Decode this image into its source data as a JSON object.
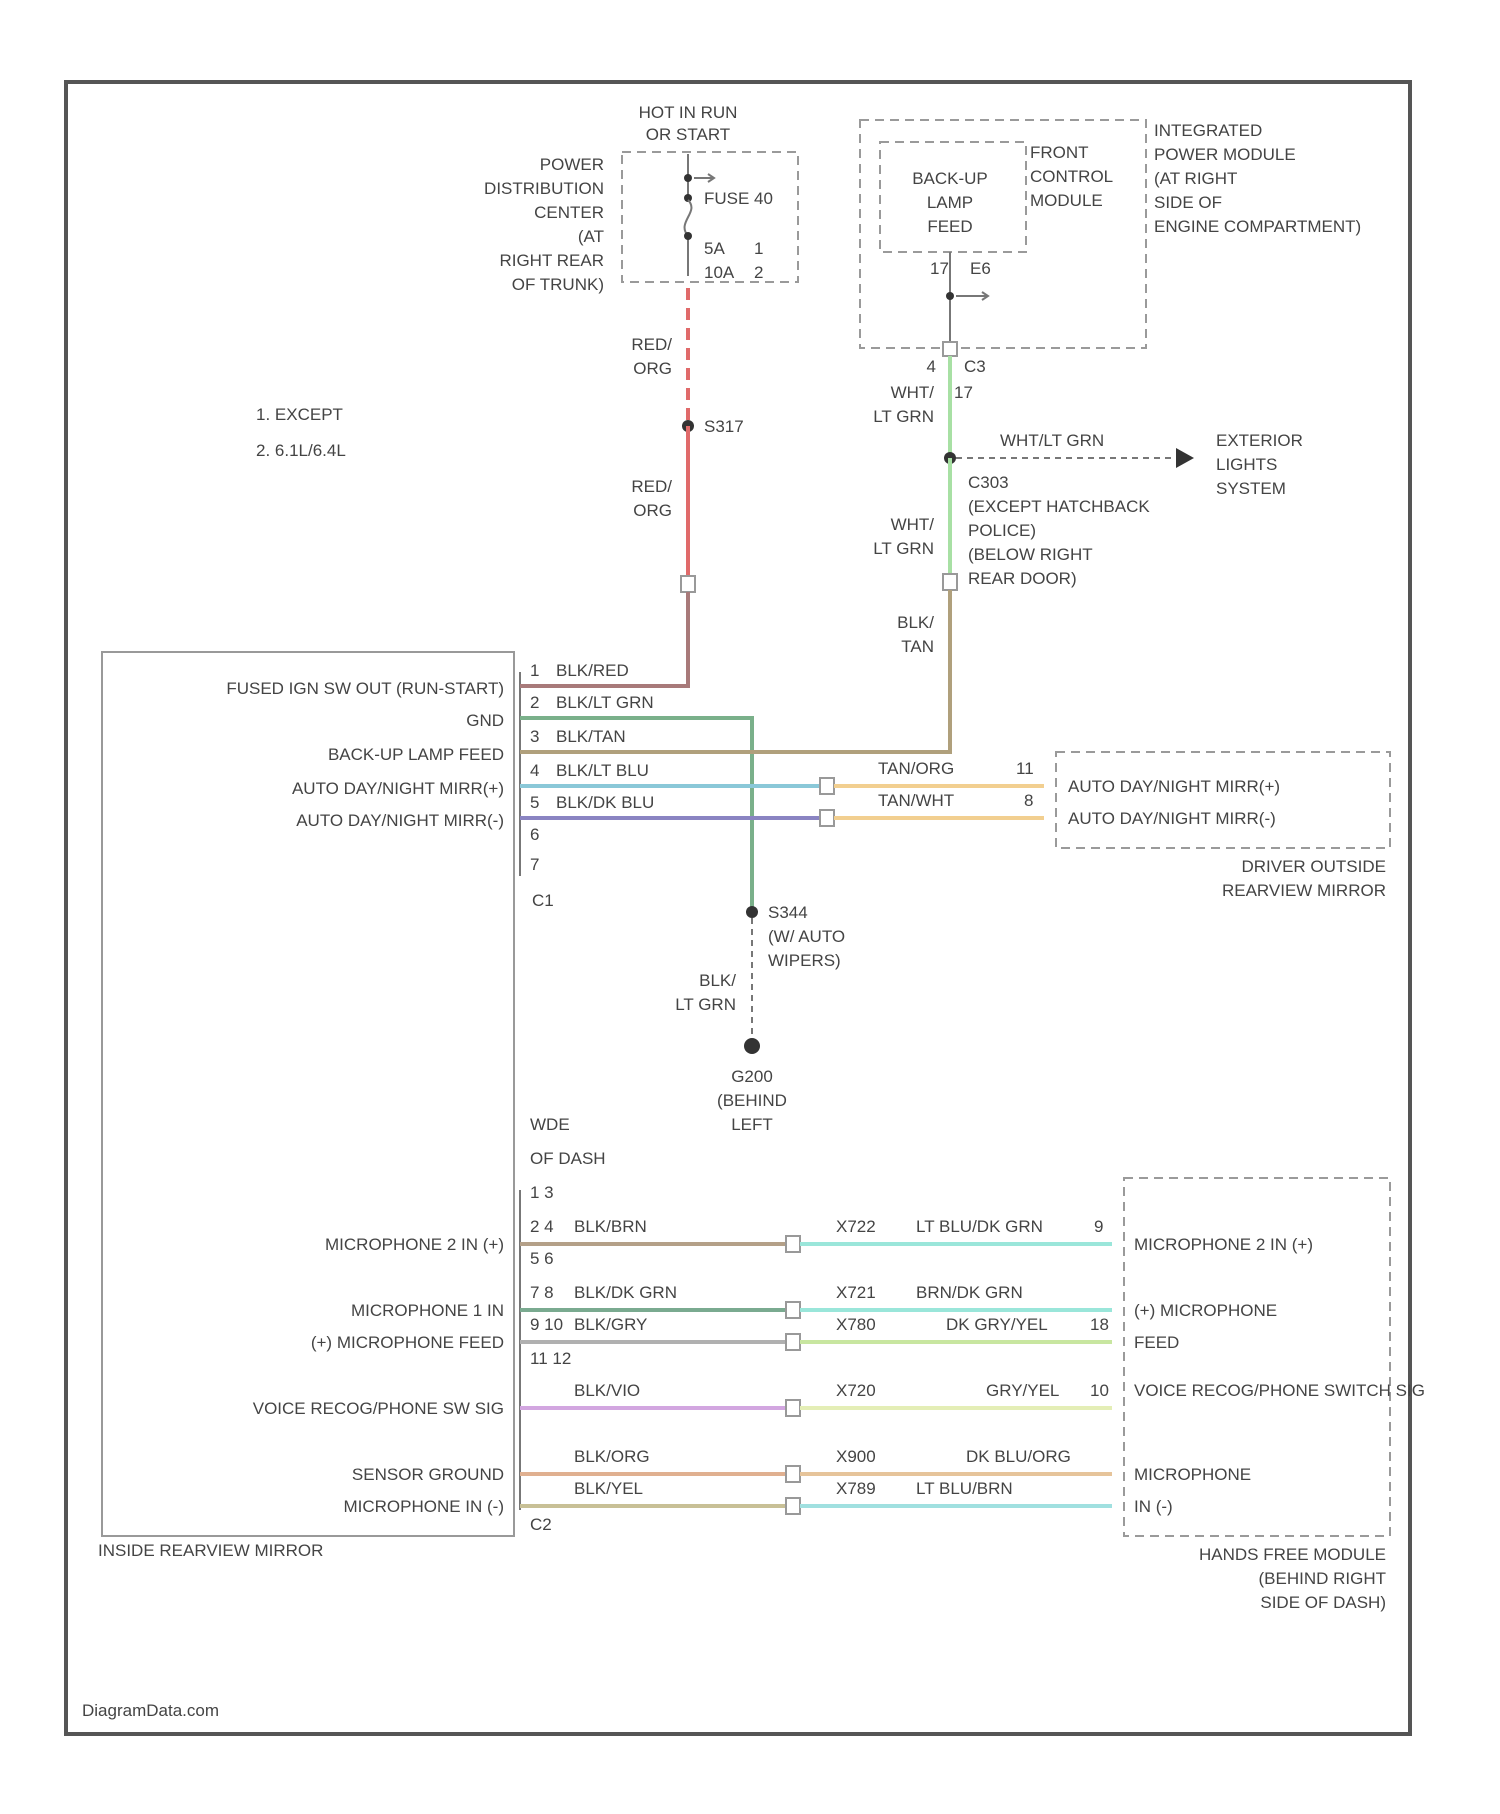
{
  "power": {
    "hot_label": [
      "HOT IN RUN",
      "OR START"
    ],
    "pdc_label": [
      "POWER",
      "DISTRIBUTION",
      "CENTER",
      "(AT",
      "RIGHT REAR",
      "OF TRUNK)"
    ],
    "fuse_label": "FUSE 40",
    "fuse_rating_1": "5A",
    "fuse_rating_1_note": "1",
    "fuse_rating_2": "10A",
    "fuse_rating_2_note": "2",
    "wire_upper": [
      "RED/",
      "ORG"
    ],
    "splice": "S317",
    "wire_lower": [
      "RED/",
      "ORG"
    ]
  },
  "notes": {
    "note1": "1. EXCEPT",
    "note2": "2. 6.1L/6.4L"
  },
  "ipm": {
    "label": [
      "INTEGRATED",
      "POWER MODULE",
      "(AT RIGHT",
      "SIDE OF",
      "ENGINE COMPARTMENT)"
    ],
    "feed_label": [
      "BACK-UP",
      "LAMP",
      "FEED"
    ],
    "fcm_label": [
      "FRONT",
      "CONTROL",
      "MODULE"
    ],
    "pin_17": "17",
    "pin_ref": "E6",
    "conn_pin": "4",
    "conn_name": "C3",
    "conn_pin2": "17",
    "wire": [
      "WHT/",
      "LT GRN"
    ]
  },
  "exterior": {
    "wire": "WHT/LT GRN",
    "label": [
      "EXTERIOR",
      "LIGHTS",
      "SYSTEM"
    ]
  },
  "c303": {
    "label": [
      "C303",
      "(EXCEPT HATCHBACK",
      "POLICE)",
      "(BELOW RIGHT",
      "REAR DOOR)"
    ],
    "wire_above": [
      "WHT/",
      "LT GRN"
    ],
    "wire_below": [
      "BLK/",
      "TAN"
    ]
  },
  "mirror": {
    "label": "INSIDE REARVIEW MIRROR",
    "conn1": "C1",
    "conn2": "C2",
    "pins_c1": [
      {
        "name": "FUSED IGN SW OUT (RUN-START)",
        "pin": "1",
        "wire": "BLK/RED"
      },
      {
        "name": "GND",
        "pin": "2",
        "wire": "BLK/LT GRN"
      },
      {
        "name": "BACK-UP LAMP FEED",
        "pin": "3",
        "wire": "BLK/TAN"
      },
      {
        "name": "AUTO DAY/NIGHT MIRR(+)",
        "pin": "4",
        "wire": "BLK/LT BLU"
      },
      {
        "name": "AUTO DAY/NIGHT MIRR(-)",
        "pin": "5",
        "wire": "BLK/DK BLU"
      }
    ],
    "spare_pins": [
      "6",
      "7"
    ],
    "c2_note": [
      "WDE",
      "OF DASH"
    ],
    "c2_top_pins": "1 3",
    "c2_pin_rows": [
      "2 4",
      "5 6",
      "7 8",
      "9 10",
      "11 12"
    ],
    "pins_c2": [
      {
        "name": "MICROPHONE 2 IN (+)",
        "wire": "BLK/BRN"
      },
      {
        "name": "MICROPHONE 1 IN",
        "wire": "BLK/DK GRN"
      },
      {
        "name": "(+) MICROPHONE FEED",
        "wire": "BLK/GRY"
      },
      {
        "name": "VOICE RECOG/PHONE SW SIG",
        "wire": "BLK/VIO"
      },
      {
        "name": "SENSOR GROUND",
        "wire": "BLK/ORG"
      },
      {
        "name": "MICROPHONE IN (-)",
        "wire": "BLK/YEL"
      }
    ]
  },
  "driver_mirror": {
    "label": [
      "DRIVER OUTSIDE",
      "REARVIEW MIRROR"
    ],
    "wires": [
      {
        "wire": "TAN/ORG",
        "pin": "11",
        "name": "AUTO DAY/NIGHT MIRR(+)"
      },
      {
        "wire": "TAN/WHT",
        "pin": "8",
        "name": "AUTO DAY/NIGHT MIRR(-)"
      }
    ]
  },
  "ground": {
    "splice": "S344",
    "splice_note": [
      "(W/ AUTO",
      "WIPERS)"
    ],
    "wire": [
      "BLK/",
      "LT GRN"
    ],
    "ground_id": "G200",
    "ground_note": [
      "(BEHIND",
      "LEFT"
    ]
  },
  "hfm": {
    "label": [
      "HANDS FREE MODULE",
      "(BEHIND RIGHT",
      "SIDE OF DASH)"
    ],
    "rows": [
      {
        "circuit": "X722",
        "wire": "LT BLU/DK GRN",
        "pin": "9",
        "name": "MICROPHONE 2 IN (+)"
      },
      {
        "circuit": "X721",
        "wire": "BRN/DK GRN",
        "pin": "",
        "name": "(+) MICROPHONE"
      },
      {
        "circuit": "X780",
        "wire": "DK GRY/YEL",
        "pin": "18",
        "name": "FEED"
      },
      {
        "circuit": "X720",
        "wire": "GRY/YEL",
        "pin": "10",
        "name": "VOICE RECOG/PHONE SWITCH SIG"
      },
      {
        "circuit": "X900",
        "wire": "DK BLU/ORG",
        "pin": "",
        "name": "MICROPHONE"
      },
      {
        "circuit": "X789",
        "wire": "LT BLU/BRN",
        "pin": "",
        "name": "IN (-)"
      }
    ]
  },
  "watermark": "DiagramData.com",
  "colors": {
    "red_org": "#e06a6a",
    "blk_red": "#a87a7a",
    "blk_lt_grn": "#7ab08a",
    "blk_tan": "#b0a07c",
    "blk_lt_blu": "#8ac8d8",
    "blk_dk_blu": "#8a84c2",
    "tan": "#f2cf90",
    "wht_lt_grn": "#a8e0a4",
    "blk_brn": "#b4a088",
    "teal": "#9ae6da",
    "blk_dk_grn": "#7aaa90",
    "blk_gry": "#b0b0b0",
    "dk_gry_yel": "#c8e6a0",
    "blk_vio": "#d2a6e0",
    "gry_yel": "#e4eeb6",
    "blk_org": "#e0b090",
    "dk_blu_org": "#e6c49a",
    "blk_yel": "#c8c096",
    "lt_blu_brn": "#a0e0e0"
  }
}
